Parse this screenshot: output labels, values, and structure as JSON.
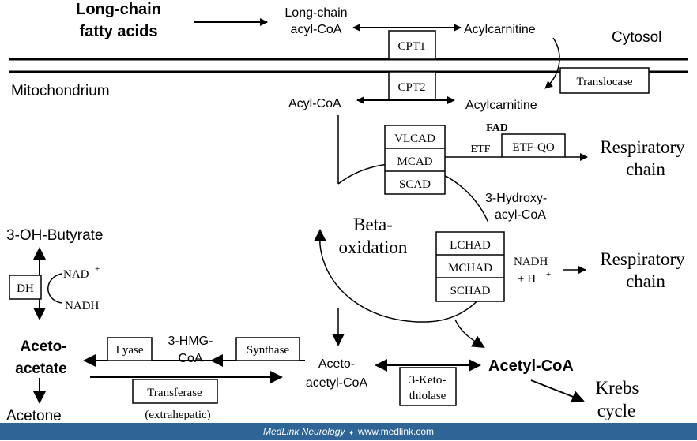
{
  "labels": {
    "long_chain_fatty_acids_1": "Long-chain",
    "long_chain_fatty_acids_2": "fatty acids",
    "long_chain_acyl_coa_1": "Long-chain",
    "long_chain_acyl_coa_2": "acyl-CoA",
    "acylcarnitine_cytosol": "Acylcarnitine",
    "cytosol": "Cytosol",
    "mitochondrium": "Mitochondrium",
    "acyl_coa": "Acyl-CoA",
    "acylcarnitine_mito": "Acylcarnitine",
    "fad": "FAD",
    "etf": "ETF",
    "respiratory_chain_1a": "Respiratory",
    "respiratory_chain_1b": "chain",
    "hydroxy_acyl_coa_1": "3-Hydroxy-",
    "hydroxy_acyl_coa_2": "acyl-CoA",
    "beta_oxidation_1": "Beta-",
    "beta_oxidation_2": "oxidation",
    "nadh_h_1": "NADH",
    "nadh_h_2": "+ H",
    "nadh_h_sup": "+",
    "respiratory_chain_2a": "Respiratory",
    "respiratory_chain_2b": "chain",
    "oh_butyrate": "3-OH-Butyrate",
    "nad_plus": "NAD",
    "nad_plus_sup": "+",
    "nadh": "NADH",
    "aceto_acetate_1": "Aceto-",
    "aceto_acetate_2": "acetate",
    "acetone": "Acetone",
    "hmg_coa_1": "3-HMG-",
    "hmg_coa_2": "CoA",
    "aceto_acetyl_coa_1": "Aceto-",
    "aceto_acetyl_coa_2": "acetyl-CoA",
    "acetyl_coa": "Acetyl-CoA",
    "krebs_cycle_1": "Krebs",
    "krebs_cycle_2": "cycle",
    "extrahepatic": "(extrahepatic)"
  },
  "enzymes": {
    "cpt1": "CPT1",
    "cpt2": "CPT2",
    "translocase": "Translocase",
    "vlcad": "VLCAD",
    "mcad": "MCAD",
    "scad": "SCAD",
    "etf_qo": "ETF-QO",
    "lchad": "LCHAD",
    "mchad": "MCHAD",
    "schad": "SCHAD",
    "dh": "DH",
    "lyase": "Lyase",
    "synthase": "Synthase",
    "transferase": "Transferase",
    "ketothiolase_1": "3-Keto-",
    "ketothiolase_2": "thiolase"
  },
  "footer": {
    "brand": "MedLink Neurology",
    "separator": "♦",
    "url": "www.medlink.com"
  },
  "colors": {
    "footer_bg": "#2f6496",
    "ink": "#000000"
  }
}
